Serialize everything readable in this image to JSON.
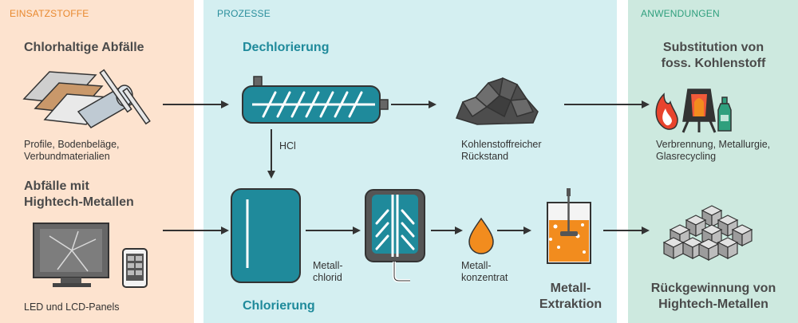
{
  "sections": {
    "inputs": "EINSATZSTOFFE",
    "processes": "PROZESSE",
    "applications": "ANWENDUNGEN"
  },
  "inputs": {
    "top_title": "Chlorhaltige Abfälle",
    "top_caption_1": "Profile, Bodenbeläge,",
    "top_caption_2": "Verbundmaterialien",
    "bottom_title_1": "Abfälle mit",
    "bottom_title_2": "Hightech-Metallen",
    "bottom_caption": "LED und LCD-Panels"
  },
  "processes": {
    "dechlorination": "Dechlorierung",
    "hcl": "HCl",
    "carbon_residue_1": "Kohlenstoffreicher",
    "carbon_residue_2": "Rückstand",
    "chlorination": "Chlorierung",
    "metal_chloride_1": "Metall-",
    "metal_chloride_2": "chlorid",
    "metal_concentrate_1": "Metall-",
    "metal_concentrate_2": "konzentrat",
    "metal_extraction_1": "Metall-",
    "metal_extraction_2": "Extraktion"
  },
  "applications": {
    "top_title_1": "Substitution von",
    "top_title_2": "foss. Kohlenstoff",
    "top_caption_1": "Verbrennung, Metallurgie,",
    "top_caption_2": "Glasrecycling",
    "bottom_title_1": "Rückgewinnung von",
    "bottom_title_2": "Hightech-Metallen"
  },
  "colors": {
    "input_panel": "#fde3cf",
    "process_panel": "#d4eff1",
    "application_panel": "#cde9df",
    "teal": "#1f8a9b",
    "orange": "#f28c1e"
  }
}
